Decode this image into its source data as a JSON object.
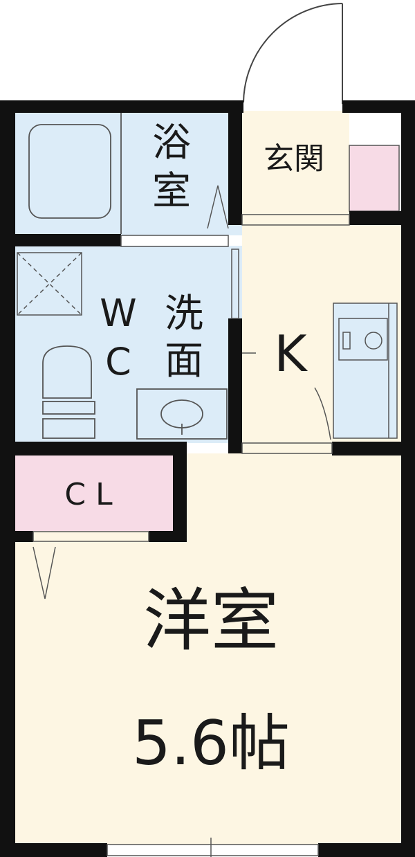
{
  "floor_plan": {
    "rooms": {
      "bath": "浴室",
      "entrance": "玄関",
      "washroom": "洗面",
      "wc": "WC",
      "kitchen": "K",
      "closet": "CL",
      "western_room": "洋室",
      "size": "5.6帖"
    },
    "colors": {
      "wall": "#111111",
      "wet_area": "#dcecf8",
      "living_area": "#fdf6e3",
      "closet": "#f7dbe6",
      "shoe_box": "#f7dbe6",
      "fixture_line": "#555555"
    }
  }
}
